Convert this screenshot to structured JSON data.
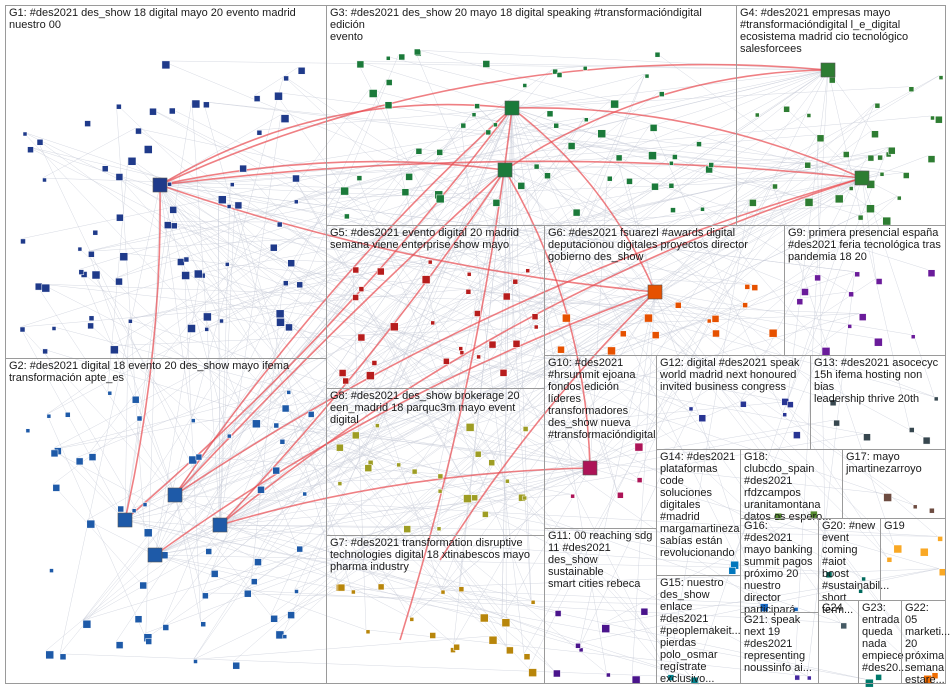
{
  "groups": [
    {
      "id": "G1",
      "label": "G1: #des2021 des_show 18 digital mayo 20 evento madrid\nnuestro 00"
    },
    {
      "id": "G2",
      "label": "G2: #des2021 digital 18 evento 20 des_show mayo ifema\ntransformación apte_es"
    },
    {
      "id": "G3",
      "label": "G3: #des2021 des_show 20 mayo 18 digital speaking #transformacióndigital edición\nevento"
    },
    {
      "id": "G4",
      "label": "G4: #des2021 empresas mayo\n#transformacióndigital l_e_digital\necosistema madrid cio tecnológico\nsalesforcees"
    },
    {
      "id": "G5",
      "label": "G5: #des2021 evento digital 20 madrid\nsemana viene enterprise show mayo"
    },
    {
      "id": "G6",
      "label": "G6: #des2021 fsuarezl #awards digital\ndeputacionou digitales proyectos director\ngobierno des_show"
    },
    {
      "id": "G7",
      "label": "G7: #des2021 transformation disruptive\ntechnologies digital 18 xtinabescos mayo\npharma industry"
    },
    {
      "id": "G8",
      "label": "G8: #des2021 des_show brokerage 20\neen_madrid 18 parquc3m mayo event digital"
    },
    {
      "id": "G9",
      "label": "G9: primera presencial españa\n#des2021 feria tecnológica tras\npandemia 18 20"
    },
    {
      "id": "G10",
      "label": "G10: #des2021\n#hrsummit ejoana\nfondos edición líderes\ntransformadores\ndes_show nueva\n#transformacióndigital"
    },
    {
      "id": "G11",
      "label": "G11: 00 reaching sdg\n11 #des2021\ndes_show sustainable\nsmart cities rebeca"
    },
    {
      "id": "G12",
      "label": "G12: digital #des2021 speak\nworld madrid next honoured\ninvited business congress"
    },
    {
      "id": "G13",
      "label": "G13: #des2021 asocecyc\n15h ifema hosting non bias\nleadership thrive 20th"
    },
    {
      "id": "G14",
      "label": "G14: #des2021\nplataformas\ncode soluciones\ndigitales #madrid\nmargamartineza\nsabías están\nrevolucionando"
    },
    {
      "id": "G15",
      "label": "G15: nuestro\ndes_show\nenlace #des2021\n#peoplemakeit...\npierdas\npolo_osmar\nregístrate\nexclusivo..."
    },
    {
      "id": "G16",
      "label": "G16: #des2021\nmayo banking\nsummit pagos\npróximo 20\nnuestro director\nparticipará"
    },
    {
      "id": "G17",
      "label": "G17: mayo\njmartinezarroyo"
    },
    {
      "id": "G18",
      "label": "G18: clubcdo_spain\n#des2021\nrfdzcampos\nuranitamontana\ndatos os espero..."
    },
    {
      "id": "G19",
      "label": "G19"
    },
    {
      "id": "G20",
      "label": "G20: #new\nevent\ncoming #aiot\nboost\n#sustainabil...\nshort term..."
    },
    {
      "id": "G21",
      "label": "G21: speak\nnext 19\n#des2021\nrepresenting\nnoussinfo ai..."
    },
    {
      "id": "G22",
      "label": "G22: 05\nmarketi...\n20\npróxima\nsemana\nestare..."
    },
    {
      "id": "G23",
      "label": "G23:\nentrada\nqueda\nnada\nempiece\n#des20..."
    },
    {
      "id": "G24",
      "label": "G24"
    }
  ],
  "colors": {
    "box_border": "#9a9a9a",
    "edge_red": "#e8484f",
    "edge_grey": "#c8ccd8",
    "G1": "#1f3a8a",
    "G2": "#1e5aa8",
    "G3": "#1b7a3a",
    "G4": "#2e7d32",
    "G5": "#b71c1c",
    "G6": "#e65100",
    "G7": "#b8860b",
    "G8": "#9e9d24",
    "G9": "#6a1b9a",
    "G10": "#ad1457",
    "G11": "#4a148c",
    "G12": "#283593",
    "G13": "#37474f",
    "G14": "#0277bd",
    "G15": "#00838f",
    "G16": "#1565c0",
    "G17": "#6d4c41",
    "G18": "#558b2f",
    "G19": "#f9a825",
    "G20": "#00695c",
    "G21": "#4527a0",
    "G22": "#ef6c00",
    "G23": "#00796b",
    "G24": "#455a64"
  }
}
